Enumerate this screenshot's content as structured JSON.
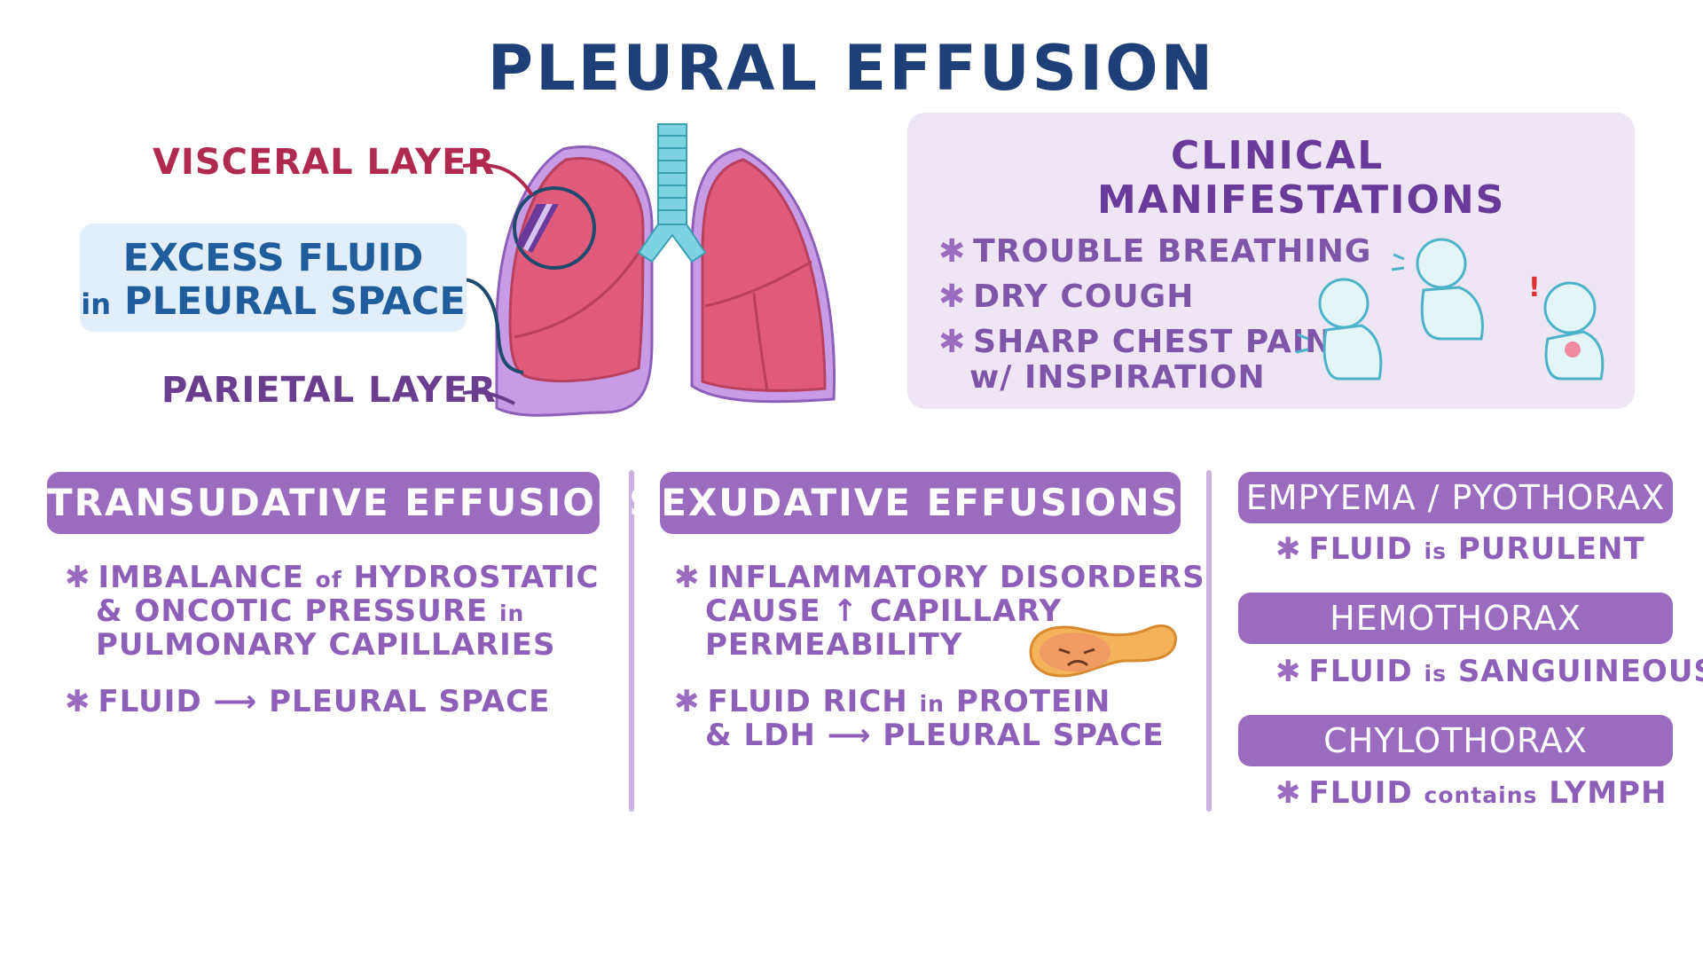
{
  "title": "PLEURAL EFFUSION",
  "diagram_labels": {
    "visceral": "VISCERAL LAYER",
    "excess_line1": "EXCESS FLUID",
    "excess_line2_small": "in",
    "excess_line2": "PLEURAL SPACE",
    "parietal": "PARIETAL LAYER"
  },
  "clinical": {
    "title_line1": "CLINICAL",
    "title_line2": "MANIFESTATIONS",
    "items": [
      "TROUBLE BREATHING",
      "DRY COUGH",
      "SHARP CHEST PAIN",
      "w/ INSPIRATION"
    ]
  },
  "transudative": {
    "heading": "TRANSUDATIVE EFFUSIONS",
    "b1_l1a": "IMBALANCE",
    "b1_l1b": "of",
    "b1_l1c": "HYDROSTATIC",
    "b1_l2a": "& ONCOTIC PRESSURE",
    "b1_l2b": "in",
    "b1_l3": "PULMONARY CAPILLARIES",
    "b2a": "FLUID",
    "b2_arrow": "⟶",
    "b2b": "PLEURAL SPACE"
  },
  "exudative": {
    "heading": "EXUDATIVE EFFUSIONS",
    "b1_l1": "INFLAMMATORY DISORDERS",
    "b1_l2": "CAUSE ↑ CAPILLARY",
    "b1_l3": "PERMEABILITY",
    "b2_l1a": "FLUID RICH",
    "b2_l1b": "in",
    "b2_l1c": "PROTEIN",
    "b2_l2a": "& LDH",
    "b2_arrow": "⟶",
    "b2_l2b": "PLEURAL SPACE"
  },
  "other": [
    {
      "heading": "EMPYEMA / PYOTHORAX",
      "a": "FLUID",
      "b": "is",
      "c": "PURULENT"
    },
    {
      "heading": "HEMOTHORAX",
      "a": "FLUID",
      "b": "is",
      "c": "SANGUINEOUS"
    },
    {
      "heading": "CHYLOTHORAX",
      "a": "FLUID",
      "b": "contains",
      "c": "LYMPH"
    }
  ],
  "bullet_symbol": "✱",
  "colors": {
    "title": "#1e3f78",
    "visceral": "#b0294f",
    "parietal": "#6b3d8f",
    "excess": "#1f5d9c",
    "pill": "#9b6bc0",
    "lung": "#e05a7c",
    "pleura": "#c08ae0",
    "trachea": "#7fd3e0"
  }
}
